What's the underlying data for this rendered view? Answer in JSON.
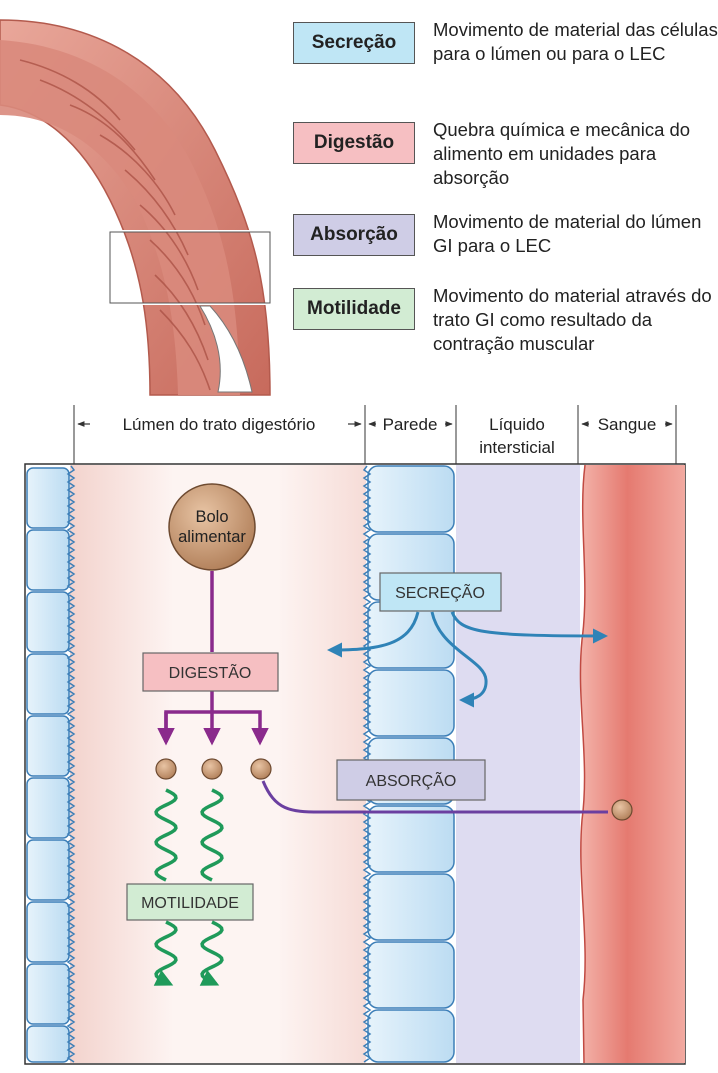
{
  "legend": [
    {
      "term": "Secreção",
      "desc": "Movimento de material das células para o lúmen ou para o LEC",
      "color": "#bfe6f5"
    },
    {
      "term": "Digestão",
      "desc": "Quebra química e mecânica do alimento em unidades para absorção",
      "color": "#f6bfc2"
    },
    {
      "term": "Absorção",
      "desc": "Movimento de material do lúmen GI para o LEC",
      "color": "#cfcde6"
    },
    {
      "term": "Motilidade",
      "desc": "Movimento do material através do trato GI como resultado da contração muscular",
      "color": "#d2ecd3"
    }
  ],
  "regions": {
    "lumen": "Lúmen do trato digestório",
    "wall": "Parede",
    "interstitial_line1": "Líquido",
    "interstitial_line2": "intersticial",
    "blood": "Sangue"
  },
  "bolus": {
    "line1": "Bolo",
    "line2": "alimentar"
  },
  "process_labels": {
    "secretion": "SECREÇÃO",
    "digestion": "DIGESTÃO",
    "absorption": "ABSORÇÃO",
    "motility": "MOTILIDADE"
  },
  "colors": {
    "secretion_arrow": "#2f83b7",
    "digestion_arrow": "#8a2a8c",
    "absorption_arrow": "#6b3fa0",
    "motility_arrow": "#1f9a5a",
    "cell_fill": "#cfe7f7",
    "interstitial_fill": "#dcdcf0",
    "blood_fill": "#e8857d"
  }
}
